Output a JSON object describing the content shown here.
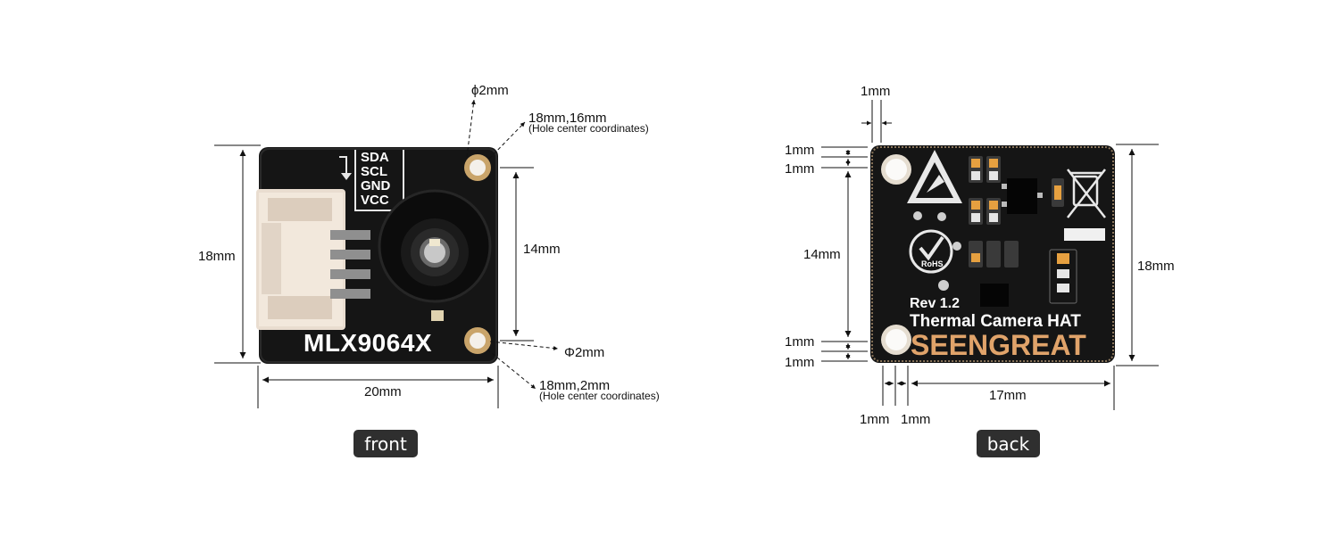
{
  "front": {
    "caption": "front",
    "pins": [
      "SDA",
      "SCL",
      "GND",
      "VCC"
    ],
    "model": "MLX9064X",
    "dims": {
      "height": "18mm",
      "width": "20mm",
      "hole_spacing": "14mm",
      "hole_top_diameter": "ϕ2mm",
      "hole_bottom_diameter": "Φ2mm",
      "hole_top_coords": "18mm,16mm",
      "hole_bottom_coords": "18mm,2mm",
      "coords_note": "(Hole center coordinates)"
    }
  },
  "back": {
    "caption": "back",
    "rev": "Rev 1.2",
    "product": "Thermal Camera HAT",
    "brand": "SEENGREAT",
    "rohs": "RoHS",
    "dims": {
      "top_margin_x": "1mm",
      "top_margin_y1": "1mm",
      "top_margin_y2": "1mm",
      "hole_spacing_y": "14mm",
      "bottom_margin_y1": "1mm",
      "bottom_margin_y2": "1mm",
      "bottom_margin_x1": "1mm",
      "bottom_margin_x2": "1mm",
      "hole_spacing_x": "17mm",
      "height": "18mm"
    }
  }
}
